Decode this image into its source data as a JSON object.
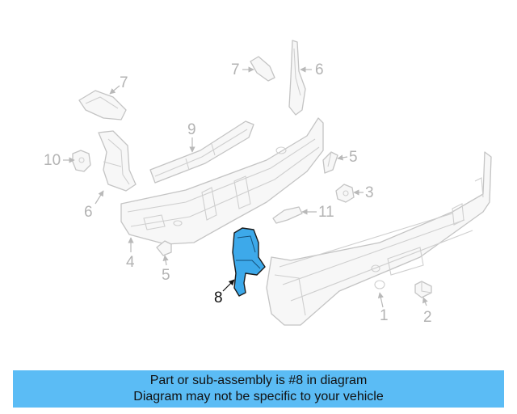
{
  "callouts": {
    "c1": "1",
    "c2": "2",
    "c3": "3",
    "c4": "4",
    "c5a": "5",
    "c5b": "5",
    "c6a": "6",
    "c6b": "6",
    "c7a": "7",
    "c7b": "7",
    "c8": "8",
    "c9": "9",
    "c10": "10",
    "c11": "11"
  },
  "highlight": {
    "part_number": "8",
    "color": "#3da9ea"
  },
  "banner": {
    "line1": "Part or sub-assembly is #8 in diagram",
    "line2": "Diagram may not be specific to your vehicle",
    "background": "#5bbcf5"
  }
}
